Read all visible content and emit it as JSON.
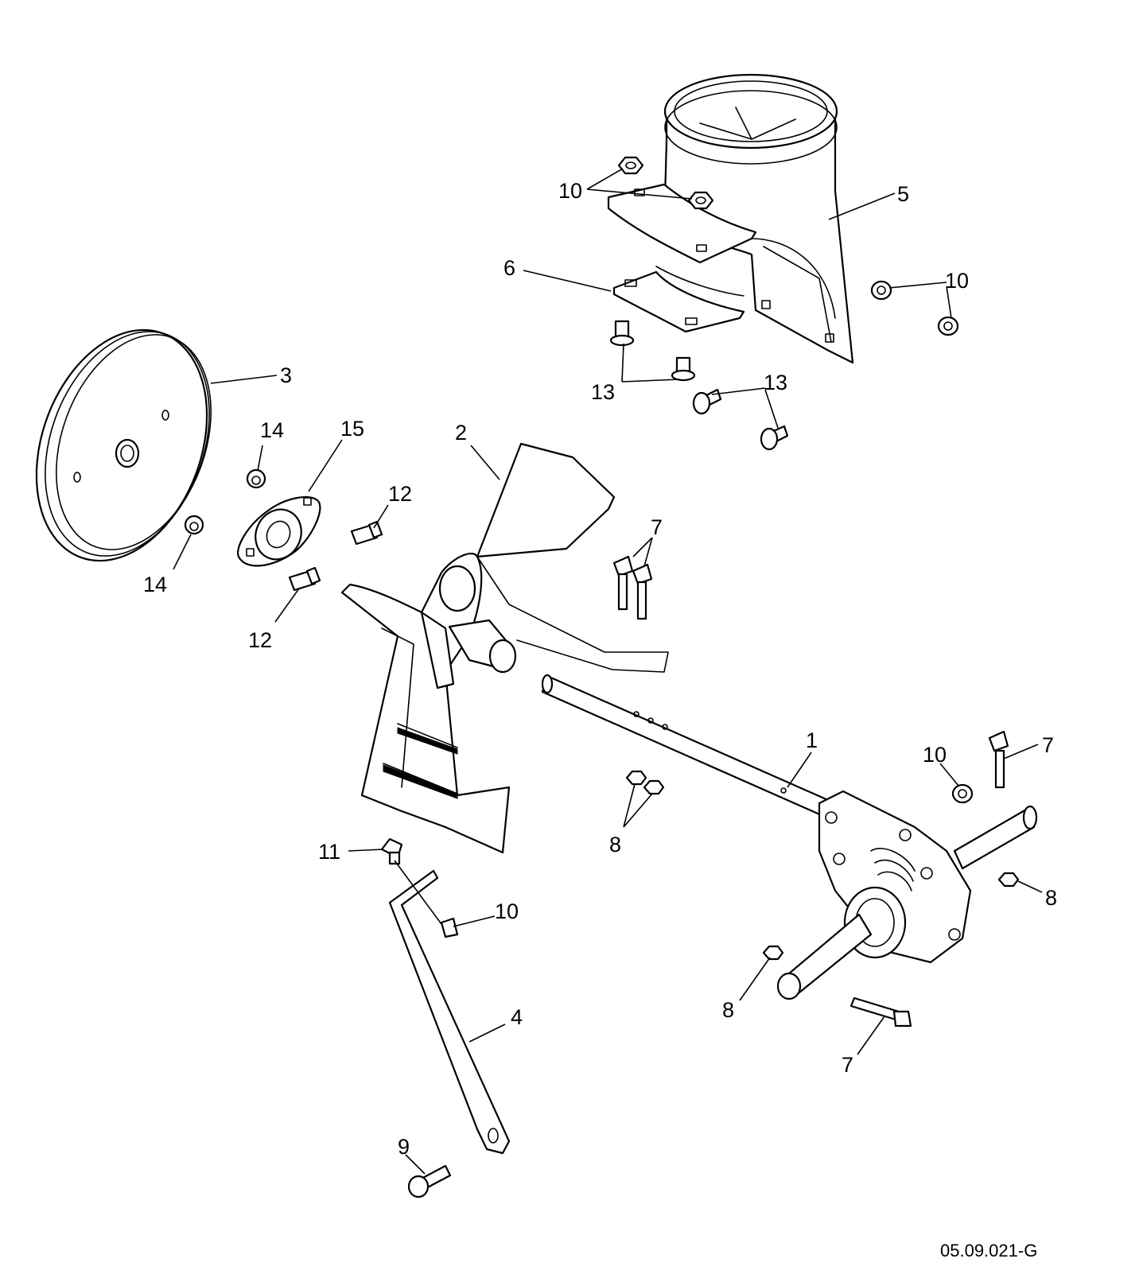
{
  "diagram": {
    "figure_code": "05.09.021-G",
    "callouts": [
      {
        "id": "c1",
        "text": "1"
      },
      {
        "id": "c2",
        "text": "2"
      },
      {
        "id": "c3",
        "text": "3"
      },
      {
        "id": "c4",
        "text": "4"
      },
      {
        "id": "c5",
        "text": "5"
      },
      {
        "id": "c6",
        "text": "6"
      },
      {
        "id": "c7a",
        "text": "7"
      },
      {
        "id": "c7b",
        "text": "7"
      },
      {
        "id": "c7c",
        "text": "7"
      },
      {
        "id": "c8a",
        "text": "8"
      },
      {
        "id": "c8b",
        "text": "8"
      },
      {
        "id": "c8c",
        "text": "8"
      },
      {
        "id": "c9",
        "text": "9"
      },
      {
        "id": "c10a",
        "text": "10"
      },
      {
        "id": "c10b",
        "text": "10"
      },
      {
        "id": "c10c",
        "text": "10"
      },
      {
        "id": "c10d",
        "text": "10"
      },
      {
        "id": "c11",
        "text": "11"
      },
      {
        "id": "c12a",
        "text": "12"
      },
      {
        "id": "c12b",
        "text": "12"
      },
      {
        "id": "c13a",
        "text": "13"
      },
      {
        "id": "c13b",
        "text": "13"
      },
      {
        "id": "c14a",
        "text": "14"
      },
      {
        "id": "c14b",
        "text": "14"
      },
      {
        "id": "c15",
        "text": "15"
      }
    ]
  }
}
